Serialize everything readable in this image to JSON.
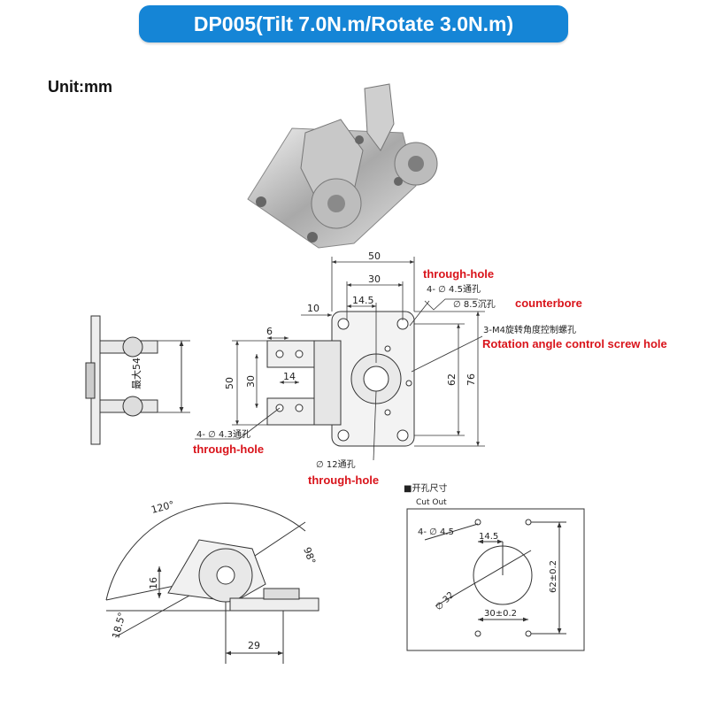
{
  "title": "DP005(Tilt 7.0N.m/Rotate 3.0N.m)",
  "unit_label": "Unit:mm",
  "front_view": {
    "dim_50_top": "50",
    "dim_30_top": "30",
    "dim_14_5_top": "14.5",
    "dim_10": "10",
    "dim_6": "6",
    "dim_50_left": "50",
    "dim_30_left": "30",
    "dim_14": "14",
    "dim_62": "62",
    "dim_76": "76",
    "side_max": "最大54",
    "note_through_hole_top": "through-hole",
    "note_hole_45": "4- ∅ 4.5通孔",
    "note_counterbore_size": "∅ 8.5沉孔",
    "note_counterbore": "counterbore",
    "note_m4_cn": "3-M4旋转角度控制螺孔",
    "note_m4_en": "Rotation angle control screw hole",
    "note_hole_43": "4- ∅ 4.3通孔",
    "note_through_hole_left": "through-hole",
    "note_hole_12": "∅ 12通孔",
    "note_through_hole_bottom": "through-hole"
  },
  "swing_view": {
    "angle_120": "120°",
    "angle_98": "98°",
    "angle_18_5": "18.5°",
    "dim_16": "16",
    "dim_29": "29"
  },
  "cutout": {
    "title_cn": "■开孔尺寸",
    "title_en": "Cut Out",
    "hole": "4- ∅ 4.5",
    "dim_14_5": "14.5",
    "dim_62": "62±0.2",
    "dim_32": "∅ 32",
    "dim_30": "30±0.2"
  }
}
